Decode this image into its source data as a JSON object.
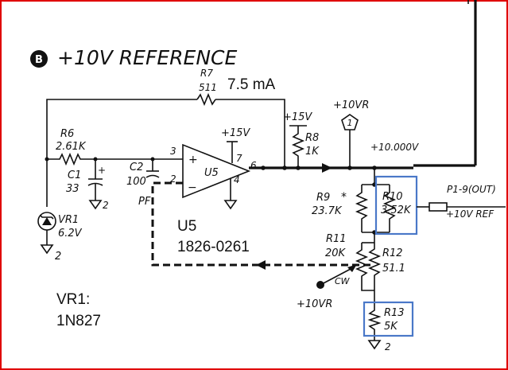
{
  "title": {
    "badge": "B",
    "text": "+10V REFERENCE"
  },
  "components": {
    "r7": {
      "ref": "R7",
      "value": "511"
    },
    "r6": {
      "ref": "R6",
      "value": "2.61K"
    },
    "c1": {
      "ref": "C1",
      "value": "33"
    },
    "c2": {
      "ref": "C2",
      "value": "100",
      "unit": "PF"
    },
    "r8": {
      "ref": "R8",
      "value": "1K"
    },
    "r9": {
      "ref": "R9",
      "mark": "*",
      "value": "23.7K"
    },
    "r10": {
      "ref": "R10",
      "value": "3.52K"
    },
    "r11": {
      "ref": "R11",
      "value": "20K",
      "wiper": "CW"
    },
    "r12": {
      "ref": "R12",
      "value": "51.1"
    },
    "r13": {
      "ref": "R13",
      "value": "5K"
    },
    "vr1": {
      "ref": "VR1",
      "value": "6.2V"
    },
    "u5": {
      "ref": "U5"
    }
  },
  "pins": {
    "in_plus": "3",
    "in_minus": "2",
    "out": "6",
    "vplus": "7",
    "gnd": "4",
    "plus": "+",
    "minus": "−"
  },
  "grounds": {
    "c1": "2",
    "vr1": "2",
    "r13": "2"
  },
  "nets": {
    "supply_u5": "+15V",
    "supply_r8": "+15V",
    "test_top": "+10VR",
    "test_top_num": "1",
    "test_bottom": "+10VR",
    "node_voltage": "+10.000V",
    "connector": "P1-9(OUT)",
    "output_label": "+10V REF",
    "c1_plus": "+"
  },
  "annotations": {
    "current": "7.5 mA",
    "u5_ref": "U5",
    "u5_part": "1826-0261",
    "vr1_ref": "VR1:",
    "vr1_part": "1N827"
  },
  "colors": {
    "frame": "#e00000",
    "highlight": "#4a78c8",
    "ink": "#111111"
  }
}
